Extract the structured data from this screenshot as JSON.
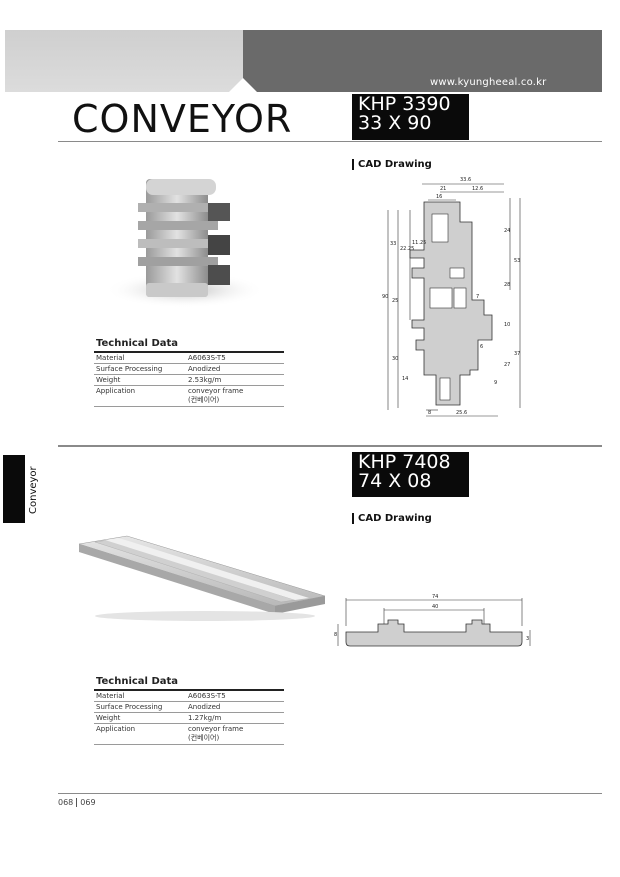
{
  "header": {
    "website": "www.kyungheeal.co.kr",
    "title": "CONVEYOR"
  },
  "side_tab": {
    "label": "Conveyor"
  },
  "products": [
    {
      "model": "KHP 3390",
      "size": "33 X 90",
      "cad_label": "CAD Drawing",
      "dimensions": [
        "33.6",
        "21",
        "12.6",
        "16",
        "33",
        "22.25",
        "11.25",
        "24",
        "53",
        "90",
        "25",
        "28",
        "7",
        "10",
        "30",
        "6",
        "37",
        "27",
        "14",
        "9",
        "8",
        "25.6"
      ],
      "tech_title": "Technical Data",
      "tech_rows": [
        {
          "key": "Material",
          "value": "A6063S-T5"
        },
        {
          "key": "Surface Processing",
          "value": "Anodized"
        },
        {
          "key": "Weight",
          "value": "2.53kg/m"
        },
        {
          "key": "Application",
          "value": "conveyor frame",
          "value2": "(컨베이어)"
        }
      ]
    },
    {
      "model": "KHP 7408",
      "size": "74 X 08",
      "cad_label": "CAD Drawing",
      "dimensions": [
        "74",
        "40",
        "8",
        "3"
      ],
      "tech_title": "Technical Data",
      "tech_rows": [
        {
          "key": "Material",
          "value": "A6063S-T5"
        },
        {
          "key": "Surface Processing",
          "value": "Anodized"
        },
        {
          "key": "Weight",
          "value": "1.27kg/m"
        },
        {
          "key": "Application",
          "value": "conveyor frame",
          "value2": "(컨베이어)"
        }
      ]
    }
  ],
  "footer": {
    "page_left": "068",
    "page_right": "069"
  }
}
